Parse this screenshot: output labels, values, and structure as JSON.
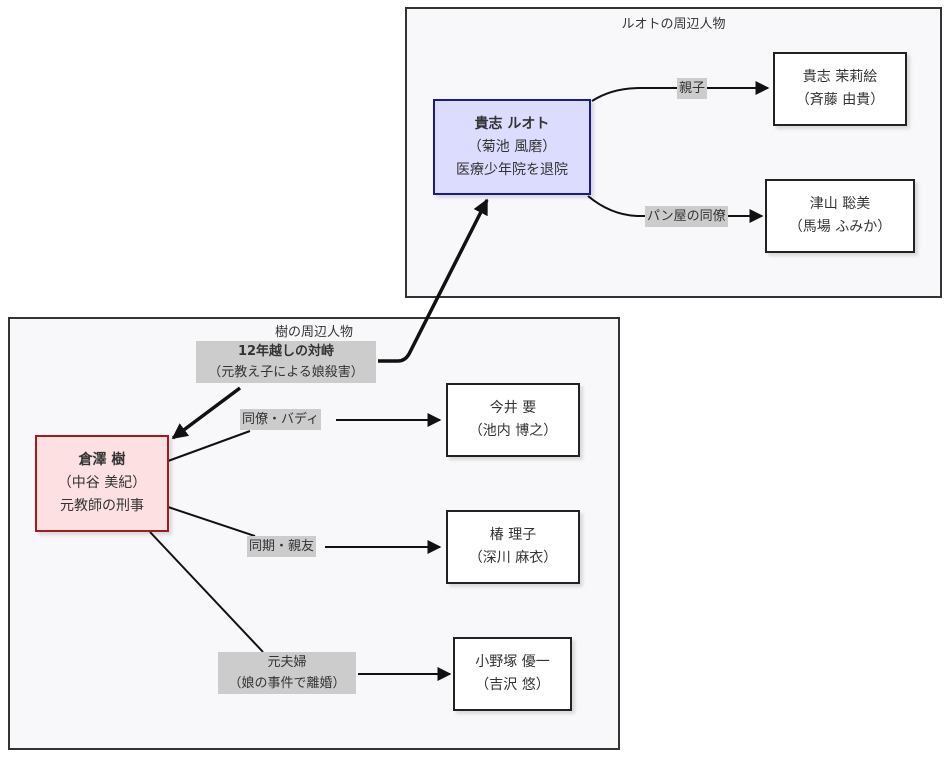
{
  "clusters": {
    "ruoto": {
      "title": "ルオトの周辺人物"
    },
    "itsuki": {
      "title": "樹の周辺人物"
    }
  },
  "nodes": {
    "ruoto": {
      "name": "貴志 ルオト",
      "actor": "（菊池 風磨）",
      "note": "医療少年院を退院"
    },
    "marie": {
      "name": "貴志 茉莉絵",
      "actor": "（斉藤 由貴）"
    },
    "satomi": {
      "name": "津山 聡美",
      "actor": "（馬場 ふみか）"
    },
    "itsuki": {
      "name": "倉澤 樹",
      "actor": "（中谷 美紀）",
      "note": "元教師の刑事"
    },
    "kaname": {
      "name": "今井 要",
      "actor": "（池内 博之）"
    },
    "riko": {
      "name": "椿 理子",
      "actor": "（深川 麻衣）"
    },
    "yuichi": {
      "name": "小野塚 優一",
      "actor": "（吉沢 悠）"
    }
  },
  "edges": {
    "confront": {
      "title": "12年越しの対峙",
      "sub": "（元教え子による娘殺害）"
    },
    "parent": {
      "label": "親子"
    },
    "bakery": {
      "label": "パン屋の同僚"
    },
    "buddy": {
      "label": "同僚・バディ"
    },
    "classmate": {
      "label": "同期・親友"
    },
    "exspouse": {
      "title": "元夫婦",
      "sub": "（娘の事件で離婚）"
    }
  },
  "colors": {
    "ruoto_fill": "#dcdcff",
    "ruoto_border": "#1a1a99",
    "itsuki_fill": "#fde0e2",
    "itsuki_border": "#a01b22",
    "edge_label_bg": "#cccccc",
    "cluster_bg": "#f8f8fa"
  }
}
